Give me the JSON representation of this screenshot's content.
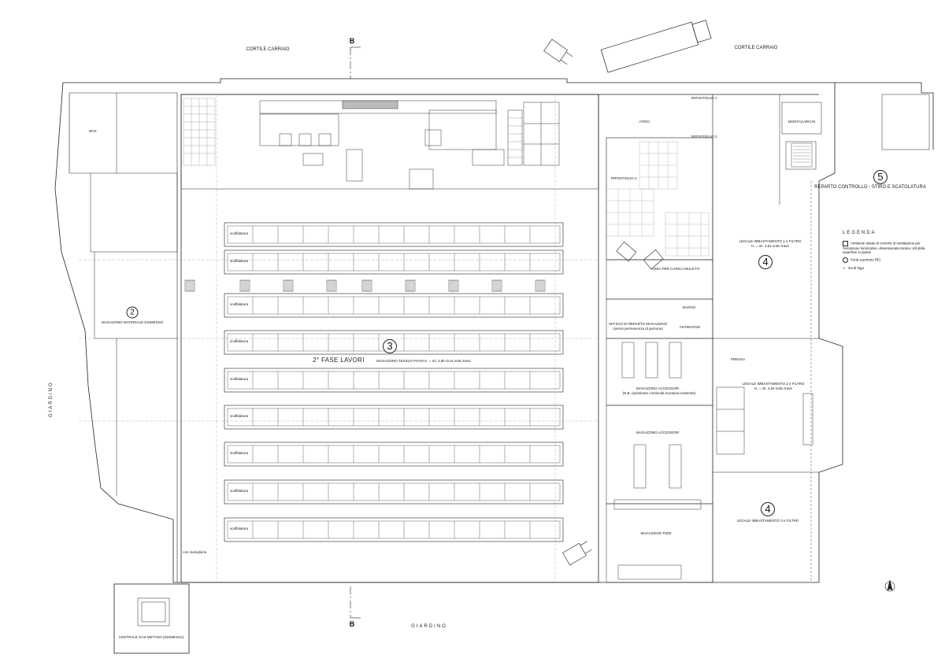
{
  "labels": {
    "cortile_sx": "CORTILE CARRAIO",
    "cortile_dx": "CORTILE CARRAIO",
    "giardino_sx": "GIARDINO",
    "giardino_bottom": "GIARDINO",
    "box": "BOX",
    "magazzino_materiale": "MAGAZZINO MATERIALE DISMESSO",
    "fase_lavori": "2° FASE LAVORI",
    "magazzino_tessuti": "MAGAZZINO TESSUTI PIANI   H. = ml. 4,80 circa sotto trave",
    "ripostiglio_1": "RIPOSTIGLIO 1",
    "ripostiglio_2": "RIPOSTIGLIO 2",
    "ripostiglio_3": "RIPOSTIGLIO 3",
    "atrio": "ATRIO",
    "montacarichi": "MONTACARICHI",
    "reparto_controllo": "REPARTO CONTROLLO - STIRO E SCATOLATURA",
    "legale_1": "LEGALE IMBASTAMENTO 1 e FILTRO",
    "legale_1_h": "H. = ml. 4,84 sotto trave",
    "area_carica": "AREA PER CARICA MULETTI",
    "ufficio": "UFFICIO DI REPARTO MAGAZZINO",
    "ufficio_sub": "(senza permanenza di persone)",
    "bagno": "BAGNO",
    "antibagno": "ANTIBAGNO",
    "pressa": "PRESSA",
    "magazzino_accessori_1": "MAGAZZINO ACCESSORI",
    "magazzino_accessori_1_sub": "(N.B. ripristinare continuità muratura esistente)",
    "magazzino_accessori_2": "MAGAZZINO ACCESSORI",
    "legale_2": "LEGALE IMBASTAMENTO 2 e FILTRO",
    "legale_2_h": "H. = ml. 4,84 sotto trave",
    "legale_3": "LEGALE IMBASTAMENTO 3 e FILTRO",
    "magazzino_pizzi": "MAGAZZINO PIZZI",
    "centrale_termica": "CENTRALE GAS METANO (DISMESSA)",
    "con_maniglione": "con maniglione",
    "scaffalatura": "scaffalatura",
    "section_b_top": "B",
    "section_b_bottom": "B"
  },
  "zones": [
    "2",
    "3",
    "4",
    "4",
    "5"
  ],
  "legend": {
    "title": "LEGENDA",
    "item1": "Ambiente dotato di corrente di ventilazione per l'estrazione fumi/calore, dimensionata minimo 1/8 della superficie in pianta",
    "item2": "Porta a portone REI",
    "item3": "Via di fuga"
  },
  "colors": {
    "line": "#222222",
    "light_line": "#888888",
    "hatch": "#555555",
    "background": "#ffffff"
  }
}
